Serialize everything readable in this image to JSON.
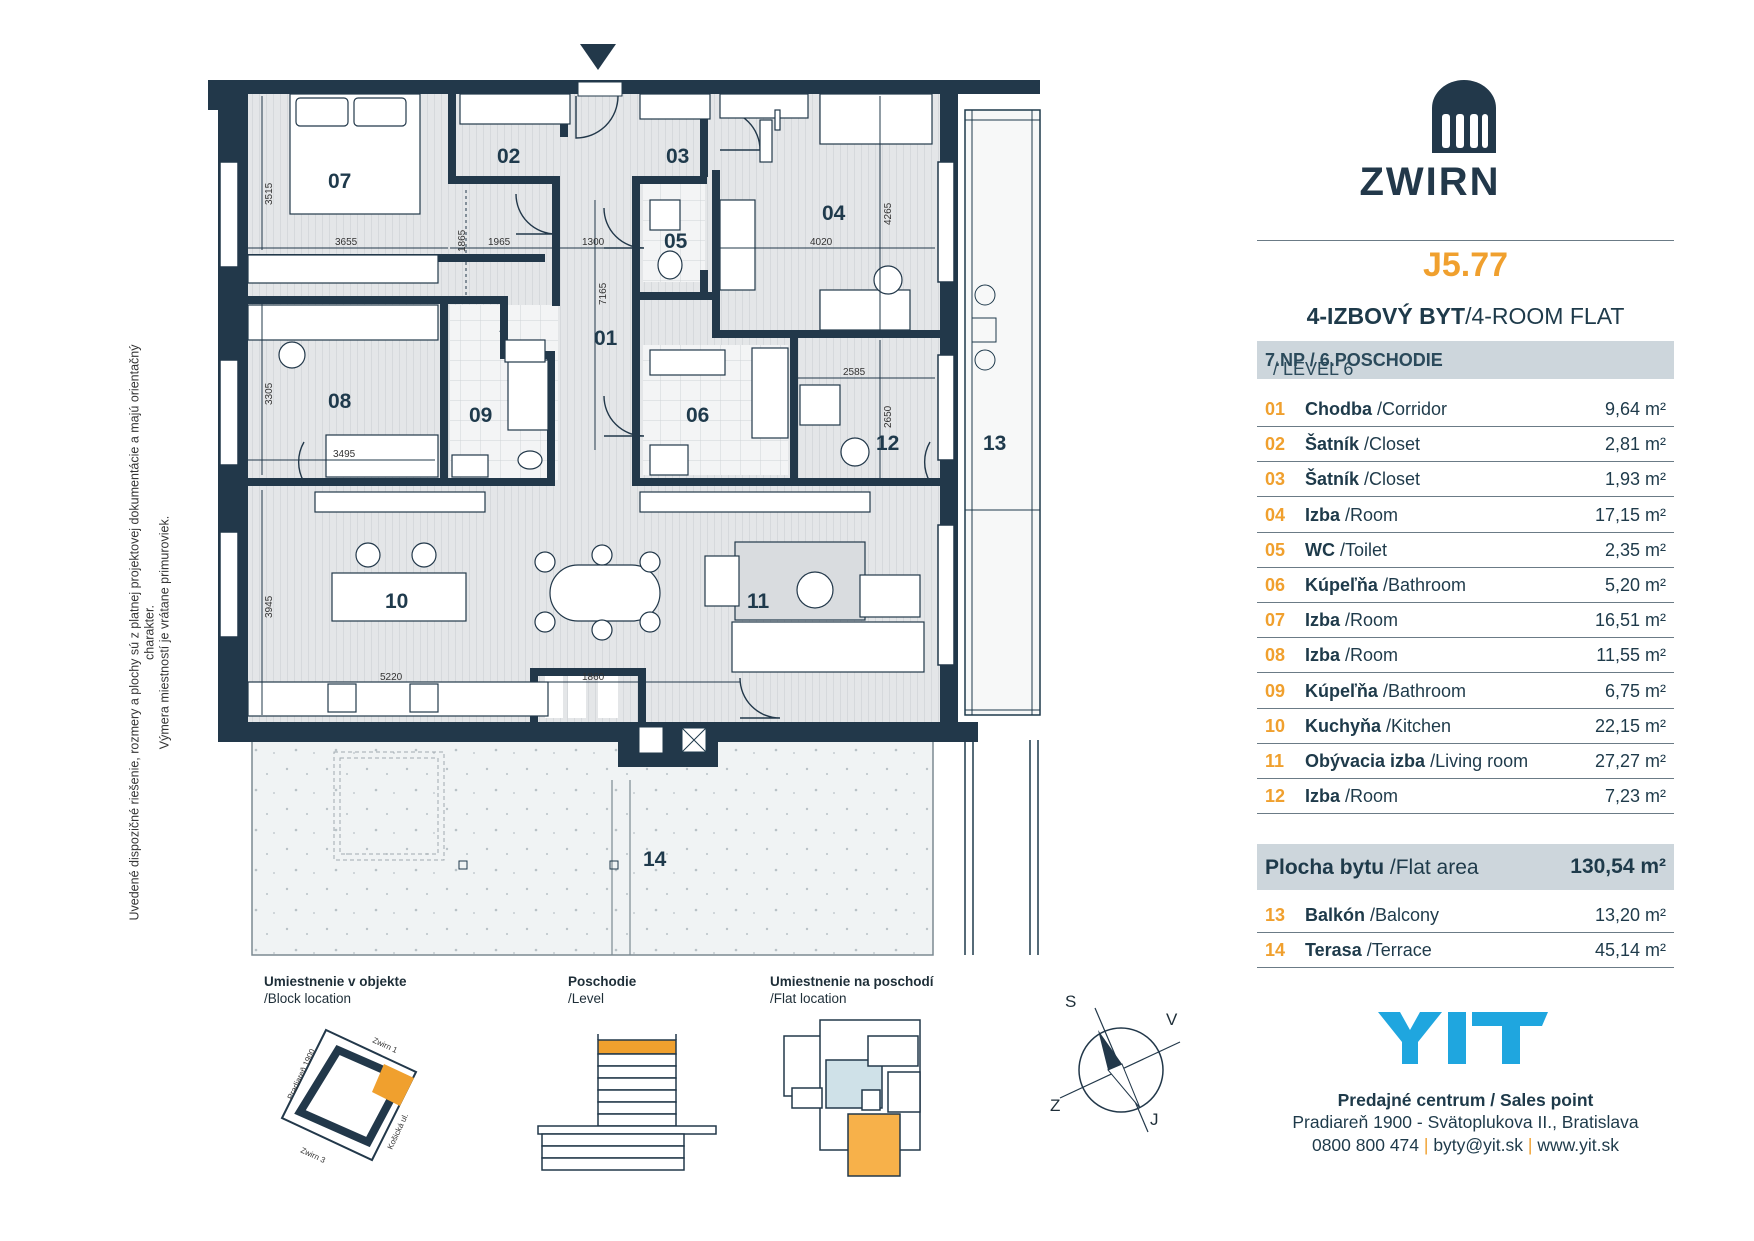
{
  "side_note": {
    "line1": "Uvedené dispozičné riešenie, rozmery a plochy sú z platnej projektovej dokumentácie a majú orientačný charakter.",
    "line2": "Výmera miestností je vrátane primuroviek."
  },
  "plan_rooms": [
    "01",
    "02",
    "03",
    "04",
    "05",
    "06",
    "07",
    "08",
    "09",
    "10",
    "11",
    "12",
    "13",
    "14"
  ],
  "dimensions": [
    "3515",
    "3655",
    "1865",
    "1965",
    "1300",
    "7165",
    "4020",
    "4265",
    "3305",
    "3495",
    "2585",
    "2650",
    "3945",
    "5220",
    "1860"
  ],
  "location": {
    "block_title": "Umiestnenie v objekte",
    "block_sub": "/Block location",
    "level_title": "Poschodie",
    "level_sub": "/Level",
    "floor_title": "Umiestnenie na poschodí",
    "floor_sub": "/Flat location",
    "block_labels": [
      "Zwirn 1",
      "Pradiareň 1900",
      "Košická ul.",
      "Zwirn 3"
    ]
  },
  "compass": {
    "n": "S",
    "e": "V",
    "w": "Z",
    "s": "J"
  },
  "brand": {
    "logo": "ZWIRN",
    "developer": "YIT",
    "accent": "#f0a02e",
    "dark": "#22384a"
  },
  "flat": {
    "code": "J5.77",
    "type_sk": "4-IZBOVÝ BYT",
    "type_en": "/4-ROOM FLAT",
    "level_sk": "7.NP / 6.POSCHODIE",
    "level_en": " / LEVEL 6"
  },
  "rooms": [
    {
      "no": "01",
      "sk": "Chodba",
      "en": " /Corridor",
      "area": "9,64 m²"
    },
    {
      "no": "02",
      "sk": "Šatník",
      "en": " /Closet",
      "area": "2,81 m²"
    },
    {
      "no": "03",
      "sk": "Šatník",
      "en": " /Closet",
      "area": "1,93 m²"
    },
    {
      "no": "04",
      "sk": "Izba",
      "en": " /Room",
      "area": "17,15 m²"
    },
    {
      "no": "05",
      "sk": "WC",
      "en": " /Toilet",
      "area": "2,35 m²"
    },
    {
      "no": "06",
      "sk": "Kúpeľňa",
      "en": " /Bathroom",
      "area": "5,20 m²"
    },
    {
      "no": "07",
      "sk": "Izba",
      "en": " /Room",
      "area": "16,51 m²"
    },
    {
      "no": "08",
      "sk": "Izba",
      "en": " /Room",
      "area": "11,55 m²"
    },
    {
      "no": "09",
      "sk": "Kúpeľňa",
      "en": " /Bathroom",
      "area": "6,75 m²"
    },
    {
      "no": "10",
      "sk": "Kuchyňa",
      "en": " /Kitchen",
      "area": "22,15 m²"
    },
    {
      "no": "11",
      "sk": "Obývacia izba",
      "en": " /Living room",
      "area": "27,27 m²"
    },
    {
      "no": "12",
      "sk": "Izba",
      "en": " /Room",
      "area": "7,23 m²"
    }
  ],
  "flat_area": {
    "sk": "Plocha bytu",
    "en": " /Flat area",
    "area": "130,54 m²"
  },
  "outdoor": [
    {
      "no": "13",
      "sk": "Balkón",
      "en": " /Balcony",
      "area": "13,20 m²"
    },
    {
      "no": "14",
      "sk": "Terasa",
      "en": " /Terrace",
      "area": "45,14 m²"
    }
  ],
  "sales": {
    "title": "Predajné centrum / Sales point",
    "address": "Pradiareň 1900 - Svätoplukova II., Bratislava",
    "phone": "0800 800 474",
    "email": "byty@yit.sk",
    "web": "www.yit.sk",
    "sep": " | "
  }
}
